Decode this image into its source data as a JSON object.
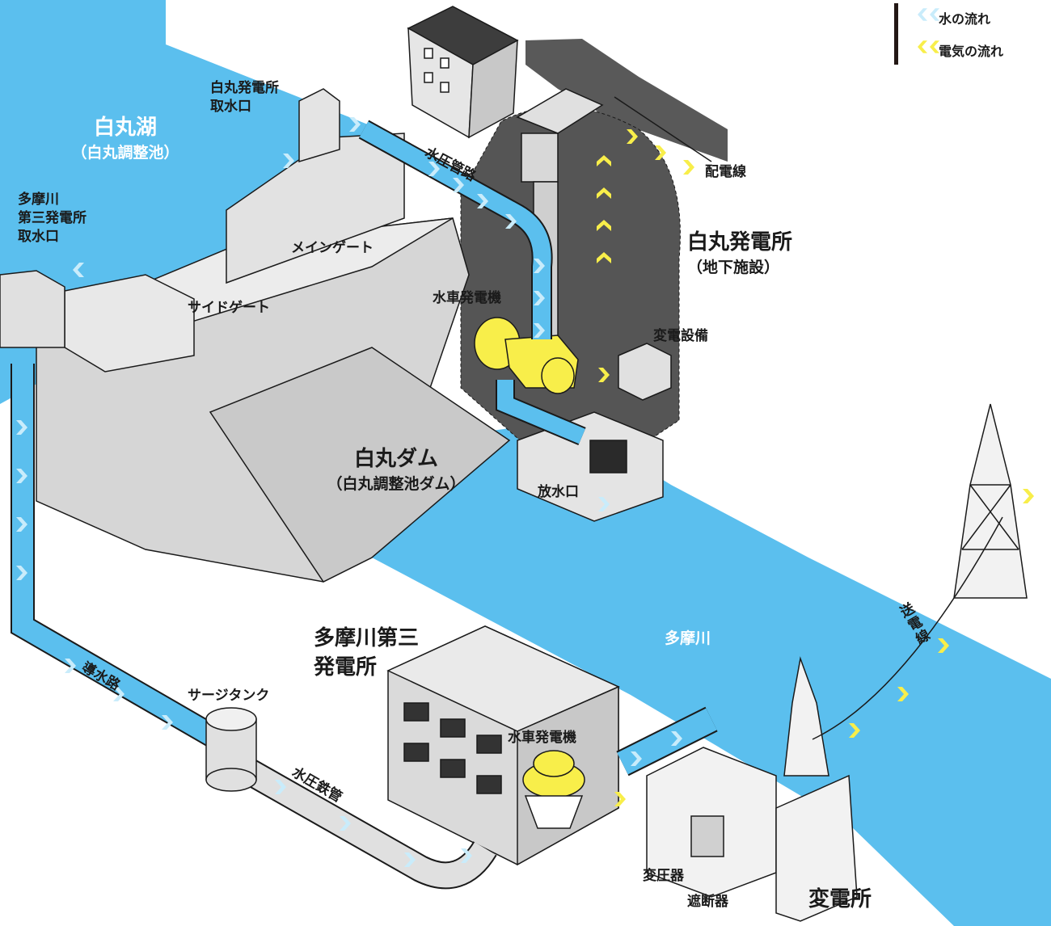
{
  "legend": {
    "water_flow": "水の流れ",
    "electricity_flow": "電気の流れ"
  },
  "labels": {
    "lake_name": "白丸湖",
    "lake_sub": "（白丸調整池）",
    "shiromaru_intake": [
      "白丸発電所",
      "取水口"
    ],
    "daisan_intake": [
      "多摩川",
      "第三発電所",
      "取水口"
    ],
    "main_gate": "メインゲート",
    "side_gate": "サイドゲート",
    "penstock_upper": "水圧管路",
    "turbine_upper": "水車発電機",
    "distribution_line": "配電線",
    "power_station": "白丸発電所",
    "power_station_sub": "（地下施設）",
    "substation_equipment": "変電設備",
    "dam_name": "白丸ダム",
    "dam_sub": "（白丸調整池ダム）",
    "outlet": "放水口",
    "river": "多摩川",
    "headrace": "導水路",
    "surge_tank": "サージタンク",
    "iron_penstock": "水圧鉄管",
    "daisan_station": [
      "多摩川第三",
      "発電所"
    ],
    "turbine_lower": "水車発電機",
    "transformer": "変圧器",
    "breaker": "遮断器",
    "substation": "変電所",
    "transmission_line": "送電線"
  },
  "colors": {
    "water": "#5bbfee",
    "electricity": "#f8ee4a",
    "dark_frame": "#231815",
    "structure_gray": "#dcdcdc",
    "underground": "#555555",
    "road": "#595959"
  }
}
